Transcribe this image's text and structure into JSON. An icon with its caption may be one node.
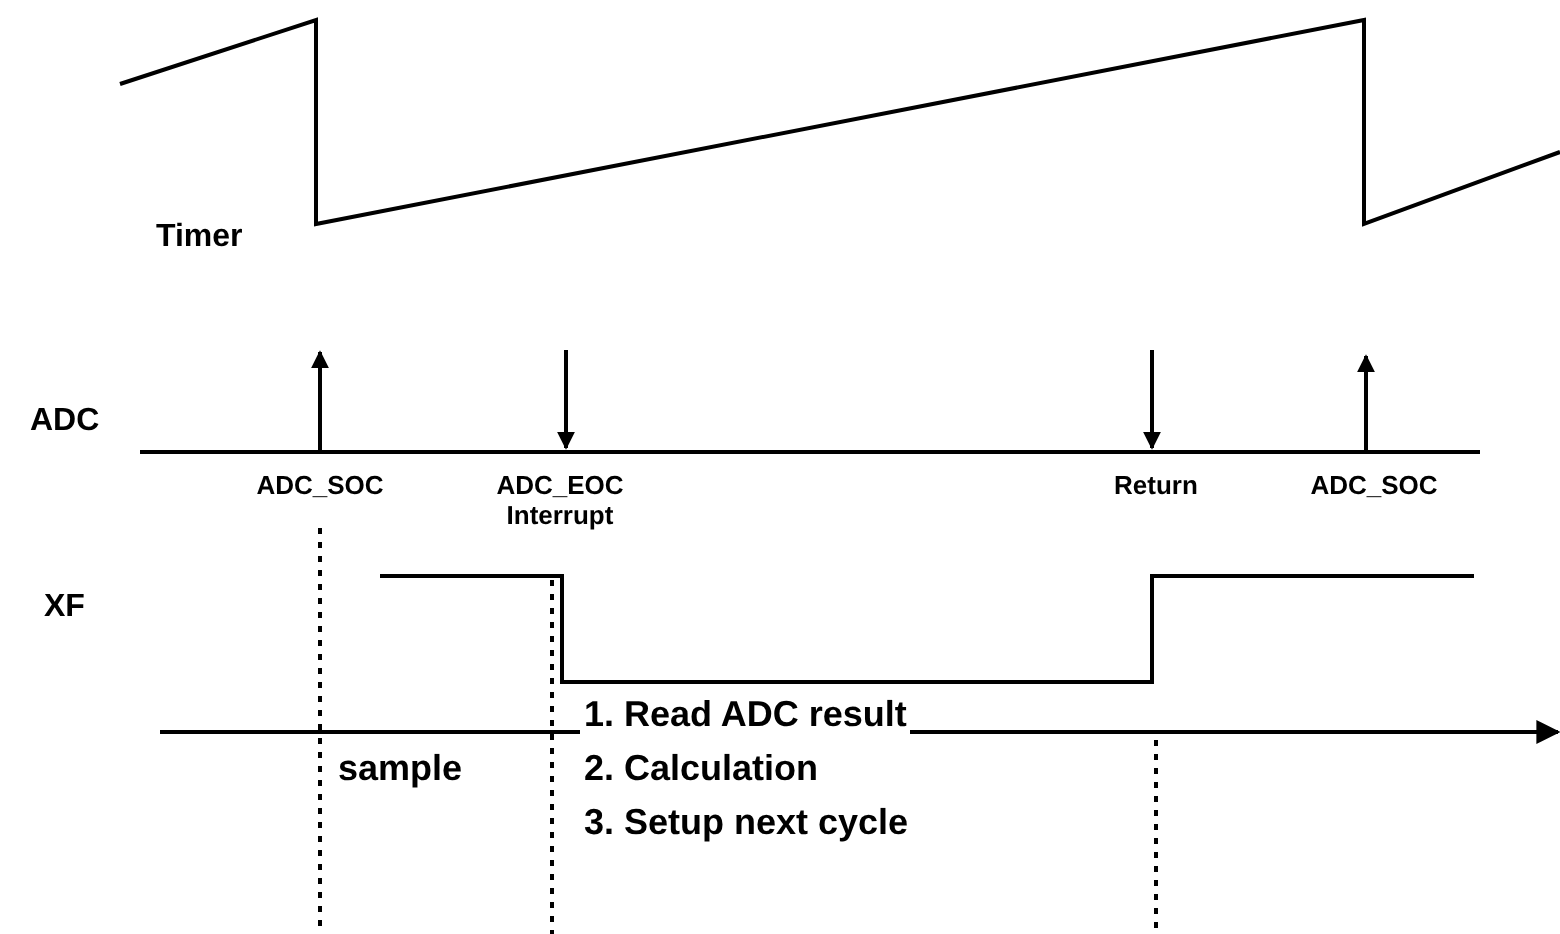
{
  "diagram": {
    "labels": [
      "Timer",
      "ADC",
      "ADC_SOC",
      "ADC_EOC Interrupt",
      "Return",
      "ADC_SOC",
      "XF",
      "1. Read ADC result",
      "sample",
      "2. Calculation",
      "3. Setup next cycle"
    ]
  }
}
